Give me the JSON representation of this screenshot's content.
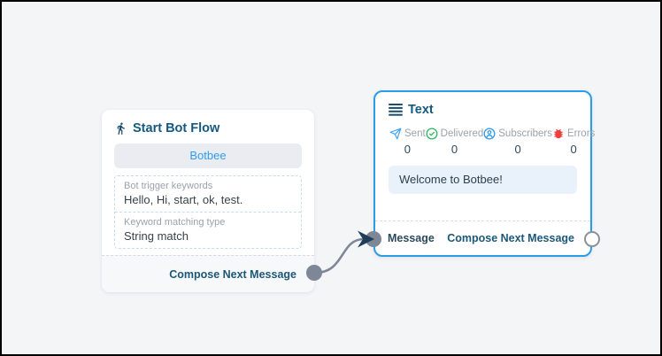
{
  "frame": {
    "background": "#f4f5f7",
    "border_color": "#000000"
  },
  "colors": {
    "node_border_blue": "#2b9ce8",
    "header_text_navy": "#15597f",
    "bot_name_blue": "#2e9bf0",
    "field_label_gray": "#99a2ab",
    "field_value_dark": "#37424d",
    "sent_icon_blue": "#3da5f4",
    "delivered_icon_green": "#2eb85c",
    "subscribers_icon_blue": "#339af0",
    "errors_icon_red": "#f03e3e",
    "connector_gray": "#7d8795",
    "arrow_navy": "#1f3d5a",
    "message_bubble_bg": "#e9f2fb"
  },
  "start_node": {
    "title": "Start Bot Flow",
    "bot_name": "Botbee",
    "fields": [
      {
        "label": "Bot trigger keywords",
        "value": "Hello, Hi, start, ok, test."
      },
      {
        "label": "Keyword matching type",
        "value": "String match"
      }
    ],
    "output_label": "Compose Next Message"
  },
  "text_node": {
    "title": "Text",
    "stats": [
      {
        "icon": "send-icon",
        "label": "Sent",
        "value": "0"
      },
      {
        "icon": "delivered-check-icon",
        "label": "Delivered",
        "value": "0"
      },
      {
        "icon": "subscribers-icon",
        "label": "Subscribers",
        "value": "0"
      },
      {
        "icon": "errors-bug-icon",
        "label": "Errors",
        "value": "0"
      }
    ],
    "message": "Welcome to Botbee!",
    "input_label": "Message",
    "output_label": "Compose Next Message"
  }
}
